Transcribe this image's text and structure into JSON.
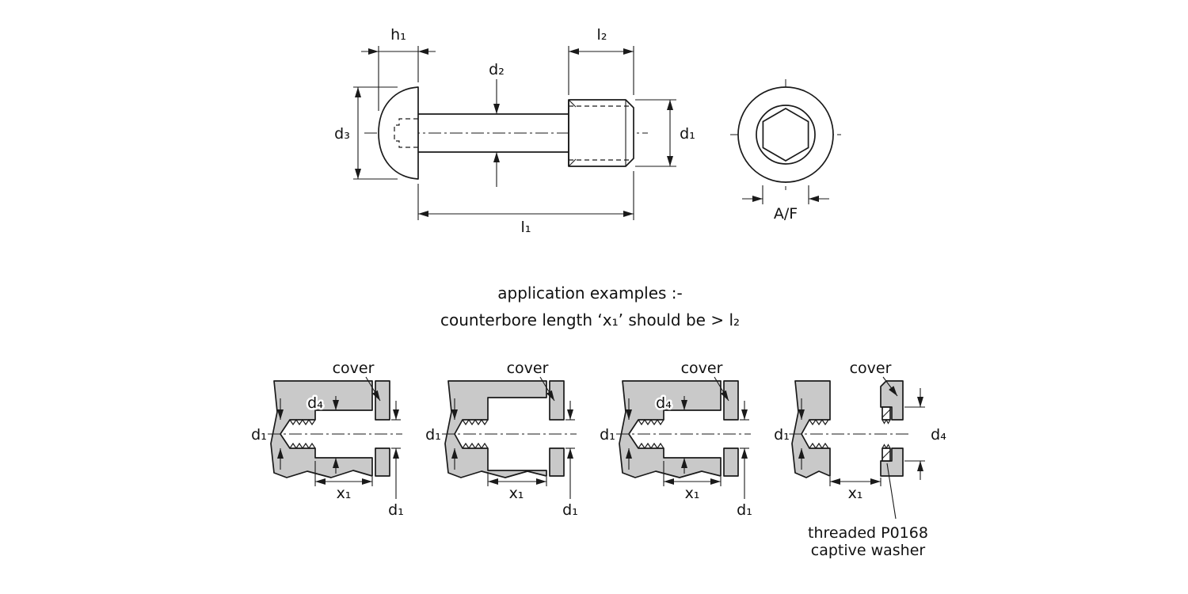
{
  "page": {
    "background": "#ffffff"
  },
  "drawing": {
    "colors": {
      "line": "#1a1a1a",
      "material_fill": "#c9c9c9",
      "white": "#ffffff"
    },
    "side_view": {
      "labels": {
        "h1": "h₁",
        "l2": "l₂",
        "d2": "d₂",
        "d3": "d₃",
        "d1": "d₁",
        "l1": "l₁"
      }
    },
    "end_view": {
      "labels": {
        "af": "A/F"
      }
    },
    "notes": {
      "line1": "application examples :-",
      "line2": "counterbore length ‘x₁’ should be > l₂"
    },
    "examples": [
      {
        "cover_label": "cover",
        "d1_left": "d₁",
        "d4_label": "d₄",
        "x1_label": "x₁",
        "d1_right": "d₁"
      },
      {
        "cover_label": "cover",
        "d1_left": "d₁",
        "x1_label": "x₁",
        "d1_right": "d₁"
      },
      {
        "cover_label": "cover",
        "d1_left": "d₁",
        "d4_label": "d₄",
        "x1_label": "x₁",
        "d1_right": "d₁"
      },
      {
        "cover_label": "cover",
        "d1_left": "d₁",
        "x1_label": "x₁",
        "d4_right": "d₄",
        "washer_note_line1": "threaded P0168",
        "washer_note_line2": "captive washer"
      }
    ]
  }
}
